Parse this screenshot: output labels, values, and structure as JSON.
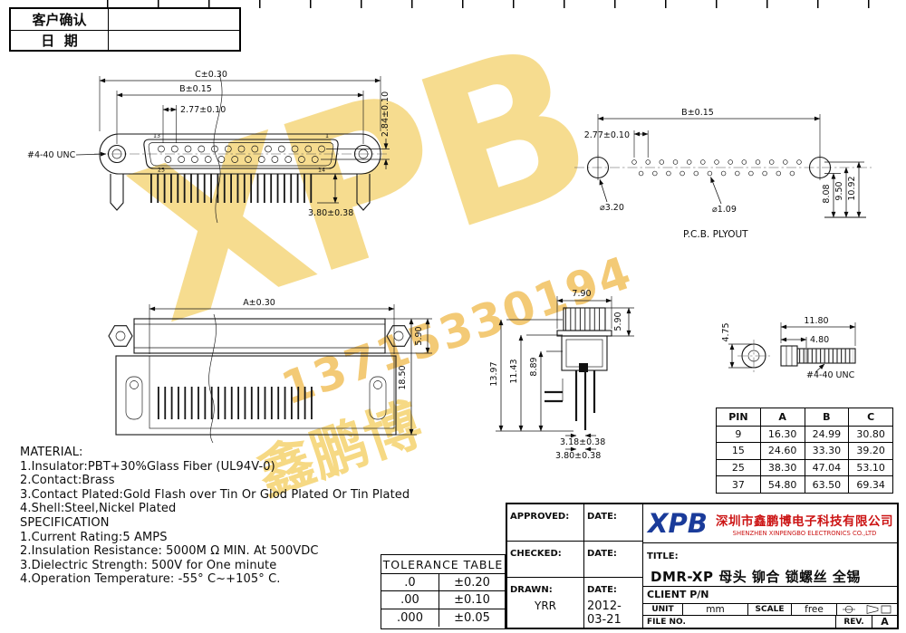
{
  "confirm_table": {
    "row1_label": "客户确认",
    "row2_label": "日  期"
  },
  "views": {
    "front": {
      "dim_c": "C±0.30",
      "dim_b": "B±0.15",
      "dim_pitch": "2.77±0.10",
      "dim_row": "2.84±0.10",
      "thread": "#4-40 UNC",
      "dim_tail": "3.80±0.38",
      "pin_top_left": "13",
      "pin_top_right": "1",
      "pin_bottom_left": "25",
      "pin_bottom_right": "14"
    },
    "pcb": {
      "title": "P.C.B. PLYOUT",
      "dim_b": "B±0.15",
      "dim_pitch": "2.77±0.10",
      "dia_hole": "⌀3.20",
      "dia_pin": "⌀1.09",
      "dim_row1": "8.08",
      "dim_row2": "9.50",
      "dim_row3": "10.92"
    },
    "side": {
      "dim_a": "A±0.30",
      "dim_top": "5.90",
      "dim_height": "18.50"
    },
    "profile": {
      "dim_width": "7.90",
      "dim_top": "5.90",
      "dim_h1": "13.97",
      "dim_h2": "11.43",
      "dim_h3": "8.89",
      "dim_p1": "3.18±0.38",
      "dim_p2": "3.80±0.38"
    },
    "screw": {
      "dim_len": "11.80",
      "dim_head": "4.80",
      "dim_dia": "4.75",
      "thread": "#4-40 UNC"
    }
  },
  "material": {
    "title": "MATERIAL:",
    "lines": [
      "1.Insulator:PBT+30%Glass Fiber (UL94V-0)",
      "2.Contact:Brass",
      "3.Contact Plated:Gold Flash over Tin Or Glod Plated Or Tin Plated",
      "4.Shell:Steel,Nickel Plated"
    ],
    "spec_title": "SPECIFICATION",
    "spec_lines": [
      "1.Current Rating:5 AMPS",
      "2.Insulation Resistance: 5000M Ω MIN. At 500VDC",
      "3.Dielectric Strength: 500V for One minute",
      "4.Operation Temperature: -55° C~+105° C."
    ]
  },
  "tolerance_table": {
    "title": "TOLERANCE TABLE",
    "rows": [
      {
        "place": ".0",
        "tol": "±0.20"
      },
      {
        "place": ".00",
        "tol": "±0.10"
      },
      {
        "place": ".000",
        "tol": "±0.05"
      }
    ]
  },
  "pin_table": {
    "headers": [
      "PIN",
      "A",
      "B",
      "C"
    ],
    "rows": [
      [
        "9",
        "16.30",
        "24.99",
        "30.80"
      ],
      [
        "15",
        "24.60",
        "33.30",
        "39.20"
      ],
      [
        "25",
        "38.30",
        "47.04",
        "53.10"
      ],
      [
        "37",
        "54.80",
        "63.50",
        "69.34"
      ]
    ]
  },
  "title_block": {
    "approved_label": "APPROVED:",
    "checked_label": "CHECKED:",
    "drawn_label": "DRAWN:",
    "date_label": "DATE:",
    "drawn_value": "YRR",
    "drawn_date": "2012-03-21",
    "logo": "XPB",
    "company_cn": "深圳市鑫鹏博电子科技有限公司",
    "company_en": "SHENZHEN XINPENGBO ELECTRONICS CO.,LTD",
    "title_label": "TITLE:",
    "title_value": "DMR-XP 母头 铆合 锁螺丝 全锡",
    "client_label": "CLIENT P/N",
    "unit_label": "UNIT",
    "unit_value": "mm",
    "scale_label": "SCALE",
    "scale_value": "free",
    "file_label": "FILE NO.",
    "rev_label": "REV.",
    "rev_value": "A"
  },
  "watermark": {
    "logo": "XPB",
    "phone": "13715330194",
    "company": "鑫鹏博"
  }
}
